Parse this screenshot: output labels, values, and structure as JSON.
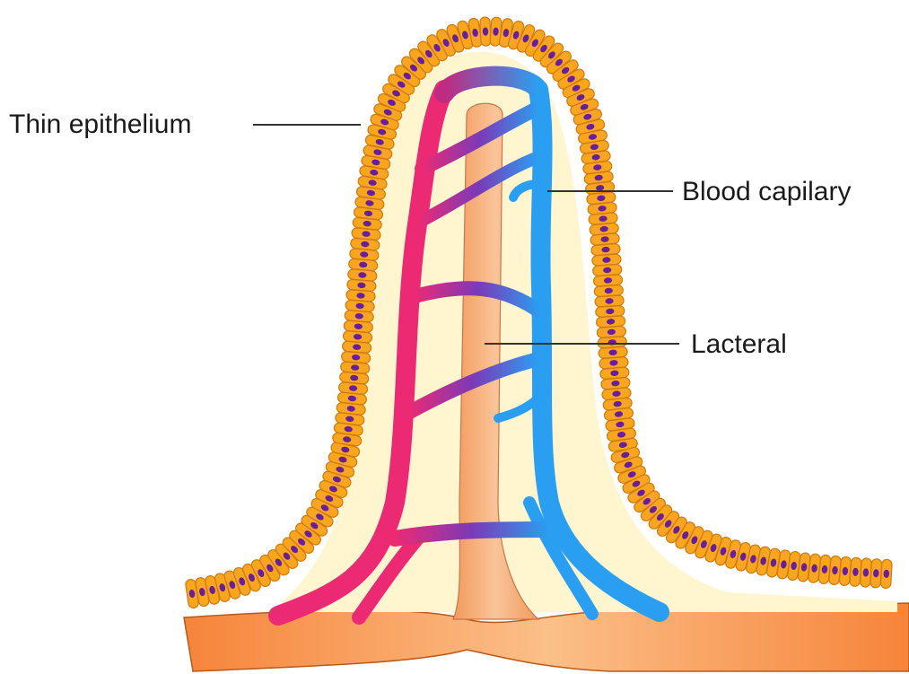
{
  "labels": {
    "epithelium": "Thin epithelium",
    "capillary": "Blood capilary",
    "lacteal": "Lacteral"
  },
  "colors": {
    "background": "#ffffff",
    "cell_fill": "#f8a51f",
    "cell_stroke": "#d07a10",
    "nucleus": "#6a1f9a",
    "interior": "#fff5cf",
    "lacteal": "#f6b07a",
    "artery": "#ec2a74",
    "vein": "#2a9ff2",
    "base": "#f89a52",
    "leader_line": "#333333"
  }
}
